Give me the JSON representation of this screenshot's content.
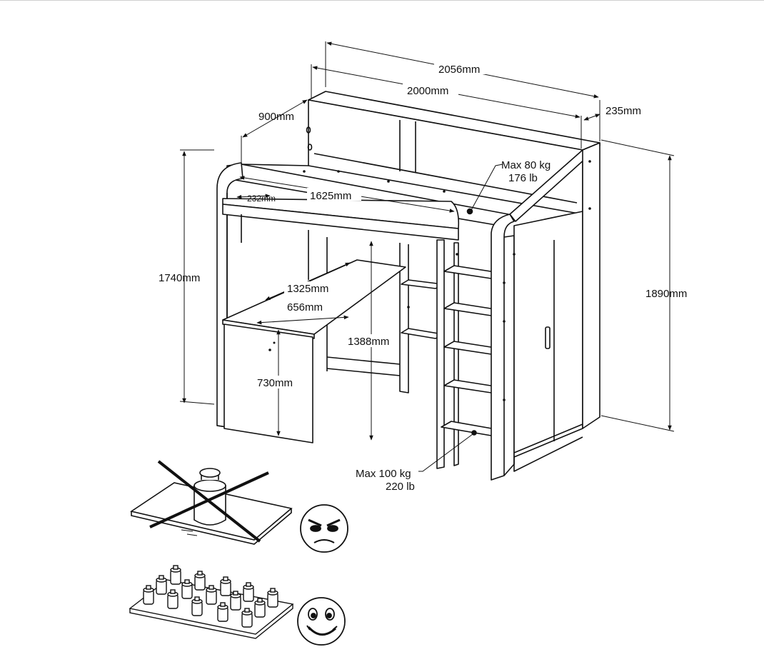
{
  "dimensions": {
    "total_length": "2056mm",
    "bed_length": "2000mm",
    "bed_width": "900mm",
    "shelf_depth": "235mm",
    "total_height": "1740mm",
    "cabinet_height": "1890mm",
    "desk_top_length": "1625mm",
    "small_depth": "232mm",
    "desk_length": "1325mm",
    "desk_depth": "656mm",
    "under_bed_height": "1388mm",
    "desk_height": "730mm"
  },
  "loads": {
    "bed_max_kg": "Max 80 kg",
    "bed_max_lb": "176 lb",
    "ladder_max_kg": "Max 100 kg",
    "ladder_max_lb": "220 lb"
  },
  "load_guide": {
    "wrong": "concentrated-load-crossed",
    "right": "distributed-load",
    "wrong_face": "angry-face-icon",
    "right_face": "smiling-face-icon"
  }
}
